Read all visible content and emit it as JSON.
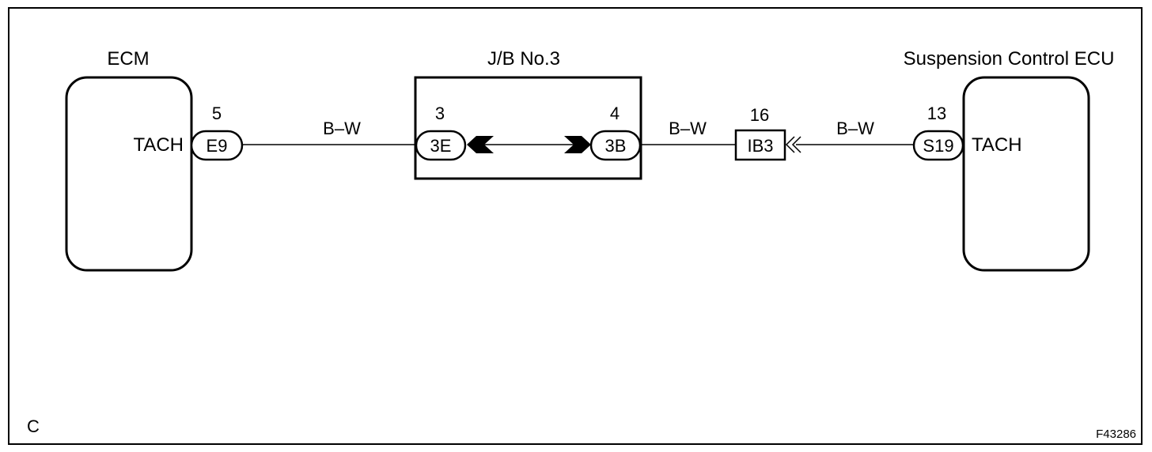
{
  "ecm": {
    "title": "ECM",
    "terminal": "TACH",
    "pin": "5",
    "connector": "E9"
  },
  "jb": {
    "title": "J/B No.3",
    "left_pin": "3",
    "left_connector": "3E",
    "right_pin": "4",
    "right_connector": "3B"
  },
  "junction": {
    "pin": "16",
    "connector": "IB3"
  },
  "suspension_ecu": {
    "title": "Suspension Control ECU",
    "terminal": "TACH",
    "pin": "13",
    "connector": "S19"
  },
  "wires": {
    "w1": "B–W",
    "w2": "B–W",
    "w3": "B–W"
  },
  "corner_label": "C",
  "figure_id": "F43286"
}
